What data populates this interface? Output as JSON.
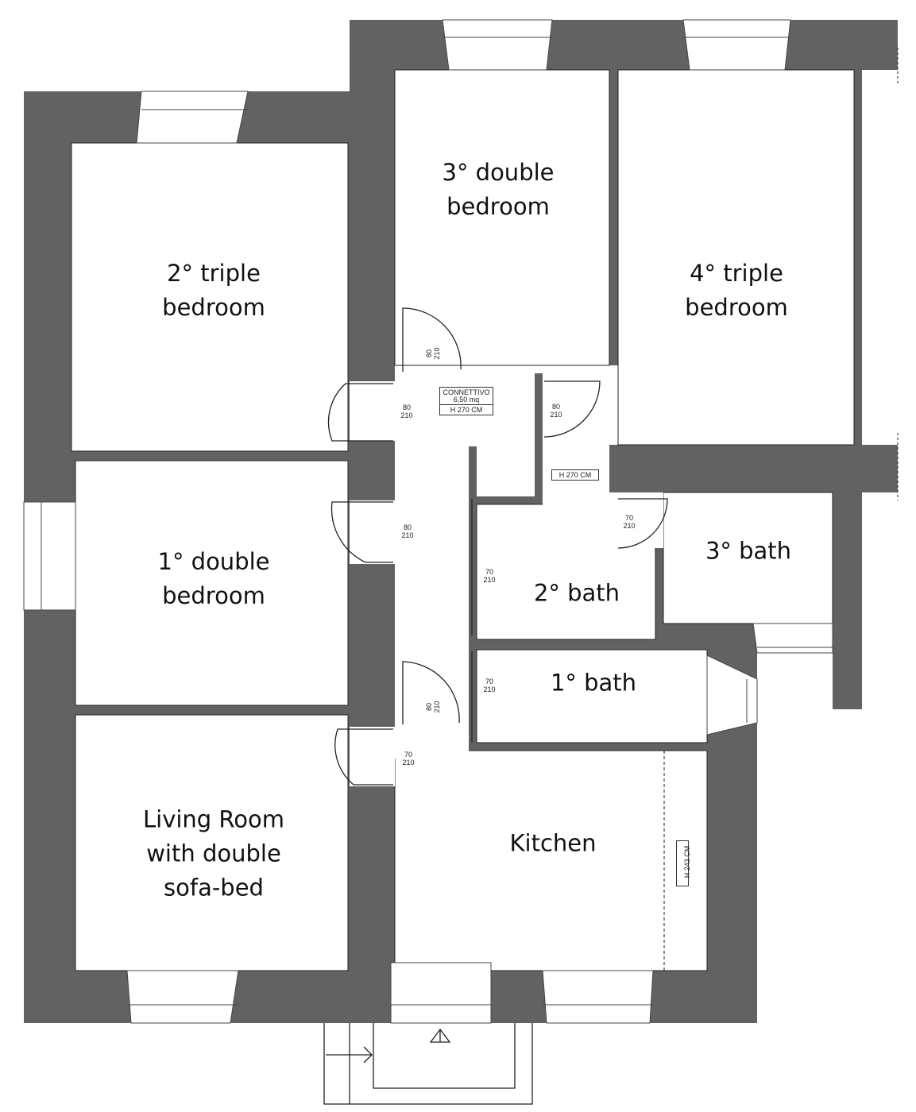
{
  "rooms": {
    "triple2": [
      "2° triple",
      "bedroom"
    ],
    "double3": [
      "3° double",
      "bedroom"
    ],
    "triple4": [
      "4° triple",
      "bedroom"
    ],
    "double1": [
      "1° double",
      "bedroom"
    ],
    "bath3": "3° bath",
    "bath2": "2° bath",
    "bath1": "1° bath",
    "living": [
      "Living Room",
      "with double",
      "sofa-bed"
    ],
    "kitchen": "Kitchen"
  },
  "tags": {
    "connettivo_name": "CONNETTIVO",
    "connettivo_area": "6,50 mq",
    "connettivo_height": "H 270 CM",
    "hall_height": "H 270 CM",
    "kitchen_height": "H 243 CM"
  },
  "doors": [
    {
      "w": "80",
      "h": "210"
    },
    {
      "w": "80",
      "h": "210"
    },
    {
      "w": "80",
      "h": "210"
    },
    {
      "w": "80",
      "h": "210"
    },
    {
      "w": "70",
      "h": "210"
    },
    {
      "w": "70",
      "h": "210"
    },
    {
      "w": "70",
      "h": "210"
    },
    {
      "w": "80",
      "h": "210"
    },
    {
      "w": "70",
      "h": "210"
    }
  ],
  "colors": {
    "wall": "#626262",
    "line": "#222222"
  }
}
